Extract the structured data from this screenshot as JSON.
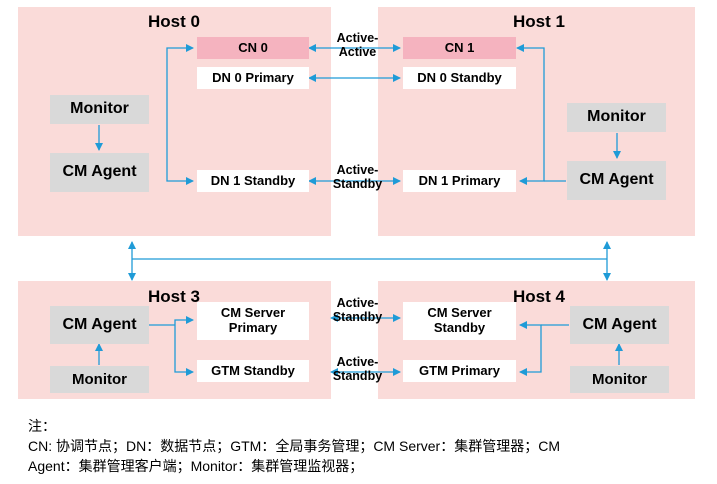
{
  "colors": {
    "host_bg": "#fadbd9",
    "gray_box": "#d9d9d9",
    "cn_box": "#f5b3bf",
    "arrow": "#1f9bd7"
  },
  "hosts": {
    "host0": {
      "title": "Host 0",
      "cn": "CN 0",
      "dn_a": "DN 0 Primary",
      "dn_b": "DN 1 Standby",
      "monitor": "Monitor",
      "agent": "CM Agent"
    },
    "host1": {
      "title": "Host 1",
      "cn": "CN 1",
      "dn_a": "DN 0 Standby",
      "dn_b": "DN 1 Primary",
      "monitor": "Monitor",
      "agent": "CM Agent"
    },
    "host3": {
      "title": "Host 3",
      "server": "CM Server\nPrimary",
      "gtm": "GTM Standby",
      "monitor": "Monitor",
      "agent": "CM Agent"
    },
    "host4": {
      "title": "Host 4",
      "server": "CM Server\nStandby",
      "gtm": "GTM Primary",
      "monitor": "Monitor",
      "agent": "CM Agent"
    }
  },
  "links": {
    "cn": "Active-\nActive",
    "dn1": "Active-\nStandby",
    "cm_server": "Active-\nStandby",
    "gtm": "Active-\nStandby"
  },
  "notes": {
    "title": "注：",
    "line1": "CN: 协调节点；DN：数据节点；GTM：全局事务管理；CM Server：集群管理器；CM",
    "line2": "Agent：集群管理客户端；Monitor：集群管理监视器；"
  }
}
